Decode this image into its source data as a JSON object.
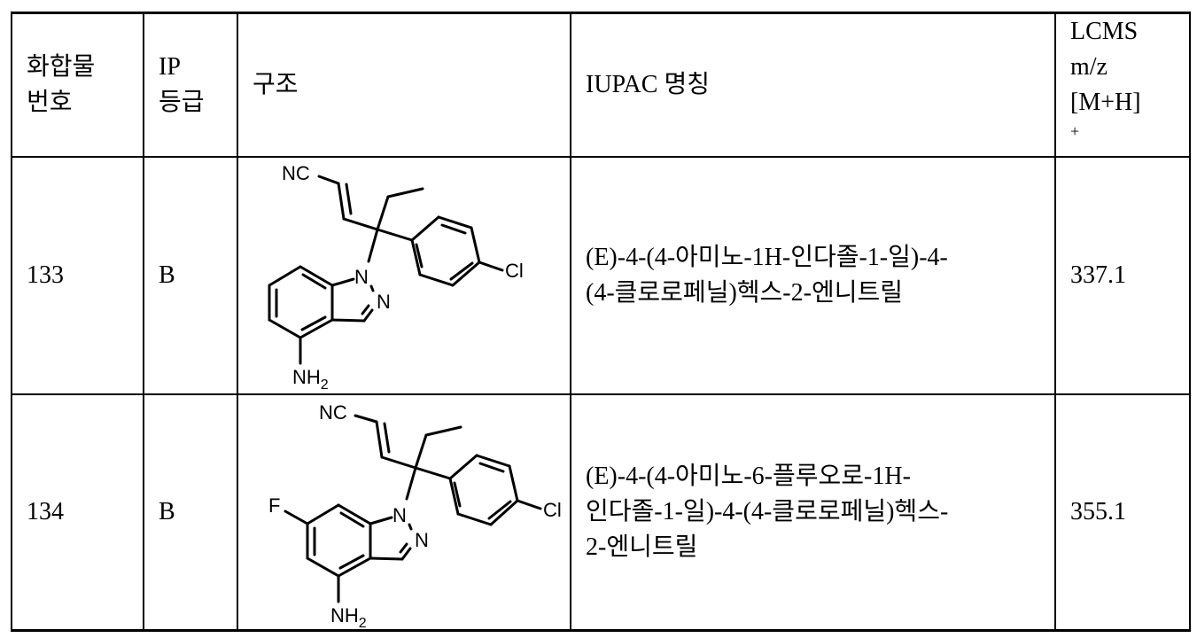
{
  "table": {
    "headers": {
      "compound_no": [
        "화합물",
        "번호"
      ],
      "ip_grade": [
        "IP",
        "등급"
      ],
      "structure": "구조",
      "iupac_name": "IUPAC 명칭",
      "lcms": [
        "LCMS",
        "m/z",
        "[M+H]",
        "+"
      ]
    },
    "rows": [
      {
        "compound_no": "133",
        "ip_grade": "B",
        "structure": {
          "labels": {
            "nitrile": "NC",
            "chloro": "Cl",
            "n1": "N",
            "n2": "N",
            "amine": "NH",
            "amine_sub": "2"
          },
          "description": "4-aminoindazol-1-yl, 4-chlorophenyl, ethyl, (E)-acrylonitrile on quaternary carbon"
        },
        "iupac_lines": [
          "(E)-4-(4-아미노-1H-인다졸-1-일)-4-",
          "(4-클로로페닐)헥스-2-엔니트릴"
        ],
        "lcms": "337.1"
      },
      {
        "compound_no": "134",
        "ip_grade": "B",
        "structure": {
          "labels": {
            "nitrile": "NC",
            "chloro": "Cl",
            "fluoro": "F",
            "n1": "N",
            "n2": "N",
            "amine": "NH",
            "amine_sub": "2"
          },
          "description": "4-amino-6-fluoroindazol-1-yl, 4-chlorophenyl, ethyl, (E)-acrylonitrile on quaternary carbon"
        },
        "iupac_lines": [
          "(E)-4-(4-아미노-6-플루오로-1H-",
          "인다졸-1-일)-4-(4-클로로페닐)헥스-",
          "2-엔니트릴"
        ],
        "lcms": "355.1"
      }
    ]
  }
}
